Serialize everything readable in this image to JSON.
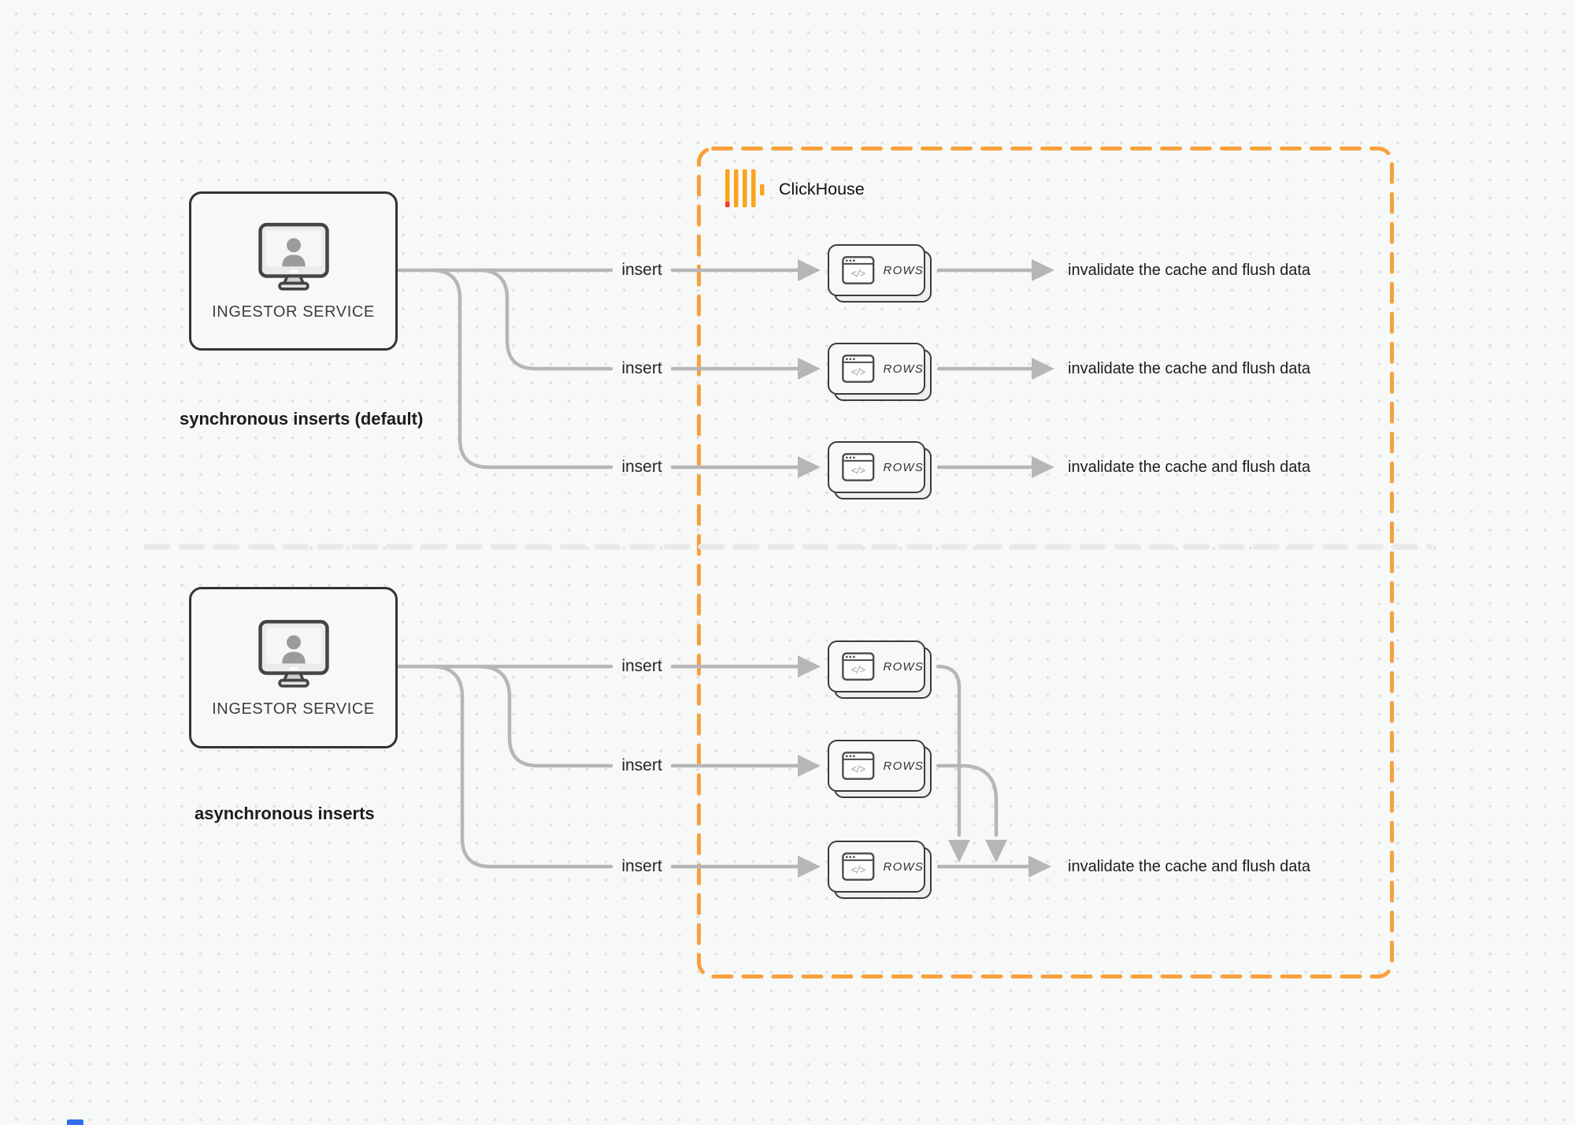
{
  "colors": {
    "accent_orange": "#F8A13C",
    "logo_yellow": "#FAA31B",
    "logo_red": "#F23B2F",
    "connector_gray": "#B6B6B6",
    "border_dark": "#333333",
    "card_fill": "#F8F8F8",
    "card_back_fill": "#EFEFEF",
    "background": "#F7F8F8",
    "dot_grid": "#DEDEDE",
    "divider_gray": "#E9E9E9",
    "text_primary": "#1C1C1C",
    "text_secondary": "#3D3D3D"
  },
  "icons": {
    "clickhouse_logo": "clickhouse-bars-logo-icon",
    "ingestor": "monitor-user-icon",
    "rows_card": "code-window-icon"
  },
  "clickhouse": {
    "title": "ClickHouse"
  },
  "card_icon_text": "</>",
  "sync_section": {
    "caption": "synchronous inserts (default)",
    "ingestor_label": "INGESTOR SERVICE",
    "rows": [
      {
        "insert": "insert",
        "card": "ROWS",
        "result": "invalidate the cache and flush data"
      },
      {
        "insert": "insert",
        "card": "ROWS",
        "result": "invalidate the cache and flush data"
      },
      {
        "insert": "insert",
        "card": "ROWS",
        "result": "invalidate the cache and flush data"
      }
    ]
  },
  "async_section": {
    "caption": "asynchronous inserts",
    "ingestor_label": "INGESTOR SERVICE",
    "rows": [
      {
        "insert": "insert",
        "card": "ROWS"
      },
      {
        "insert": "insert",
        "card": "ROWS"
      },
      {
        "insert": "insert",
        "card": "ROWS",
        "result": "invalidate the cache and flush data"
      }
    ]
  }
}
